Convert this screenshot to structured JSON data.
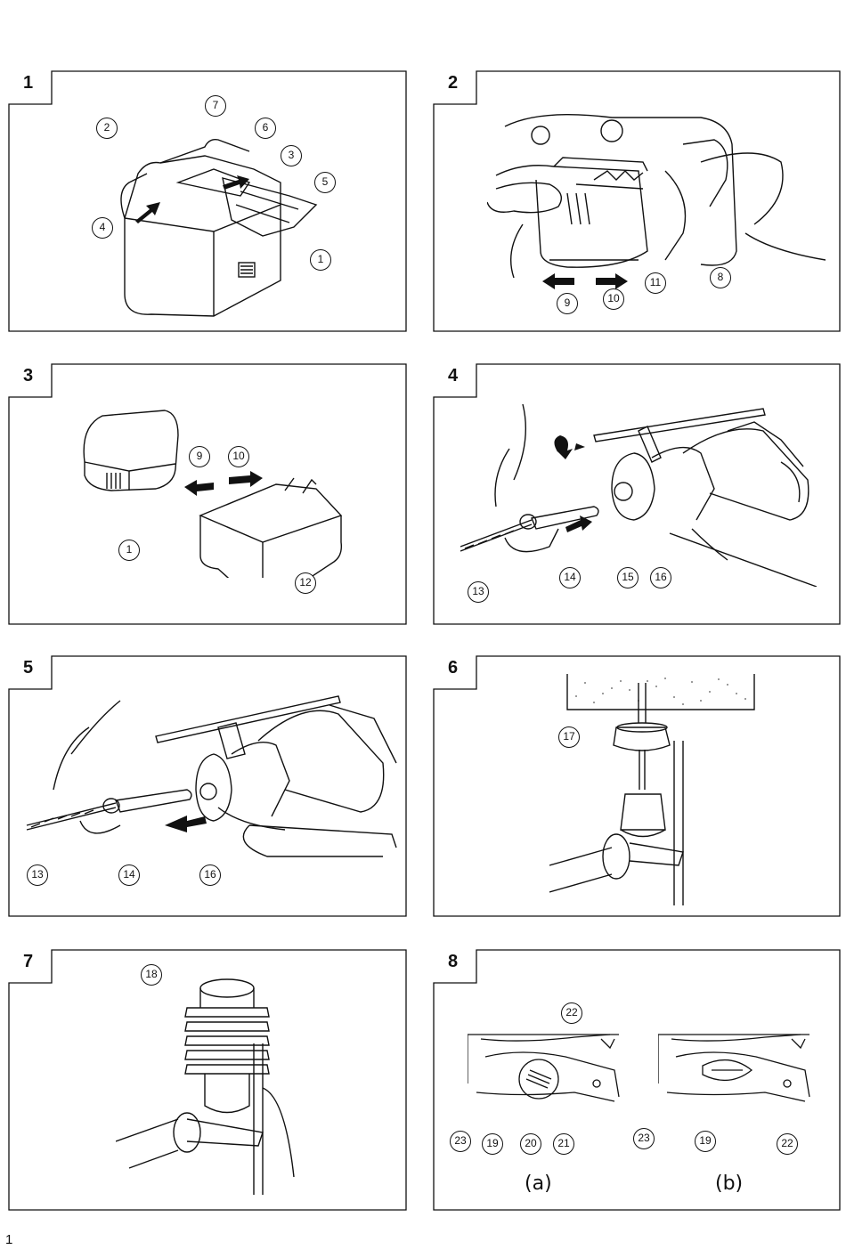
{
  "page_number": "1",
  "panels": [
    {
      "number": "1",
      "callouts": [
        "1",
        "2",
        "3",
        "4",
        "5",
        "6",
        "7"
      ]
    },
    {
      "number": "2",
      "callouts": [
        "8",
        "9",
        "10",
        "11"
      ]
    },
    {
      "number": "3",
      "callouts": [
        "1",
        "9",
        "10",
        "12"
      ]
    },
    {
      "number": "4",
      "callouts": [
        "13",
        "14",
        "15",
        "16"
      ]
    },
    {
      "number": "5",
      "callouts": [
        "13",
        "14",
        "16"
      ]
    },
    {
      "number": "6",
      "callouts": [
        "17"
      ]
    },
    {
      "number": "7",
      "callouts": [
        "18"
      ]
    },
    {
      "number": "8",
      "callouts": [
        "19",
        "20",
        "21",
        "22",
        "23",
        "23",
        "19",
        "22"
      ],
      "sublabels": [
        "(a)",
        "(b)"
      ]
    }
  ]
}
